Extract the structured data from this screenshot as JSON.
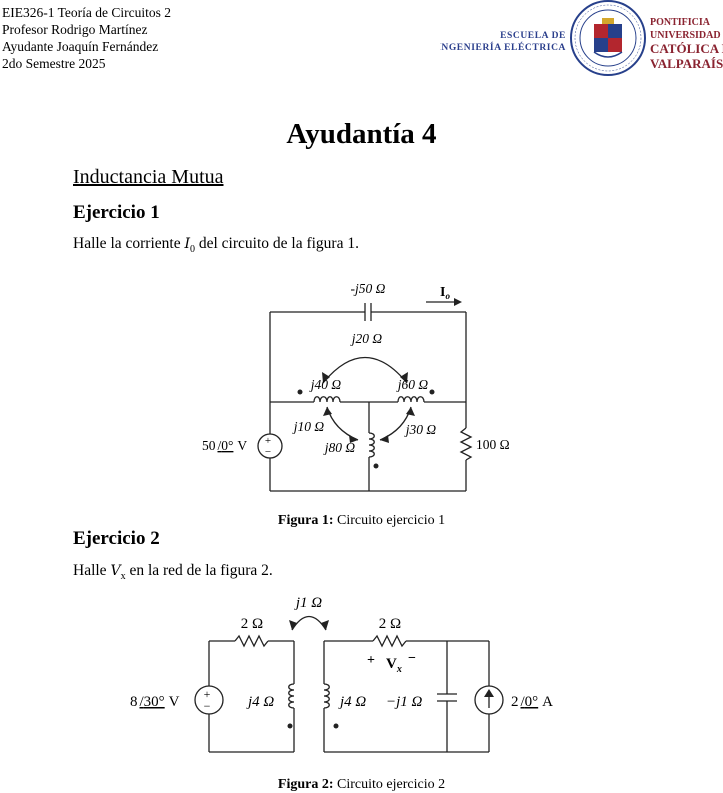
{
  "header": {
    "lines": [
      "EIE326-1 Teoría de Circuitos 2",
      "Profesor Rodrigo Martínez",
      "Ayudante Joaquín Fernández",
      "2do Semestre 2025"
    ],
    "school_line1": "ESCUELA DE",
    "school_line2": "INGENIERÍA ELÉCTRICA",
    "univ_line1": "PONTIFICIA",
    "univ_line2": "UNIVERSIDAD",
    "univ_line3": "CATÓLICA DE",
    "univ_line4": "VALPARAÍSO",
    "colors": {
      "school": "#2b3f8c",
      "univ": "#8a2330",
      "seal_red": "#b3262e",
      "seal_blue": "#27408b"
    }
  },
  "title": "Ayudantía 4",
  "section": "Inductancia Mutua",
  "ex1": {
    "heading": "Ejercicio 1",
    "text_before": "Halle la corriente ",
    "var": "I",
    "var_sub": "0",
    "text_after": " del circuito de la figura 1.",
    "figure": {
      "cap_label": "-j50 Ω",
      "current_label": "I",
      "current_sub": "o",
      "mutual_top": "j20 Ω",
      "l1": "j40 Ω",
      "l2": "j60 Ω",
      "l3": "j80 Ω",
      "mutual_left": "j10 Ω",
      "mutual_right": "j30 Ω",
      "source": "50",
      "source_angle": "0°",
      "source_unit": "V",
      "resistor": "100 Ω"
    },
    "caption_bold": "Figura 1:",
    "caption_text": " Circuito ejercicio 1"
  },
  "ex2": {
    "heading": "Ejercicio 2",
    "text_before": "Halle ",
    "var": "V",
    "var_sub": "x",
    "text_after": " en la red de la figura 2.",
    "figure": {
      "mutual": "j1 Ω",
      "r1": "2 Ω",
      "r2": "2 Ω",
      "vx_plus": "+",
      "vx": "V",
      "vx_sub": "x",
      "vx_minus": "−",
      "source_v": "8",
      "source_v_angle": "30°",
      "source_v_unit": "V",
      "l1": "j4 Ω",
      "l2": "j4 Ω",
      "cap": "−j1 Ω",
      "source_i": "2",
      "source_i_angle": "0°",
      "source_i_unit": "A"
    },
    "caption_bold": "Figura 2:",
    "caption_text": " Circuito ejercicio 2"
  }
}
